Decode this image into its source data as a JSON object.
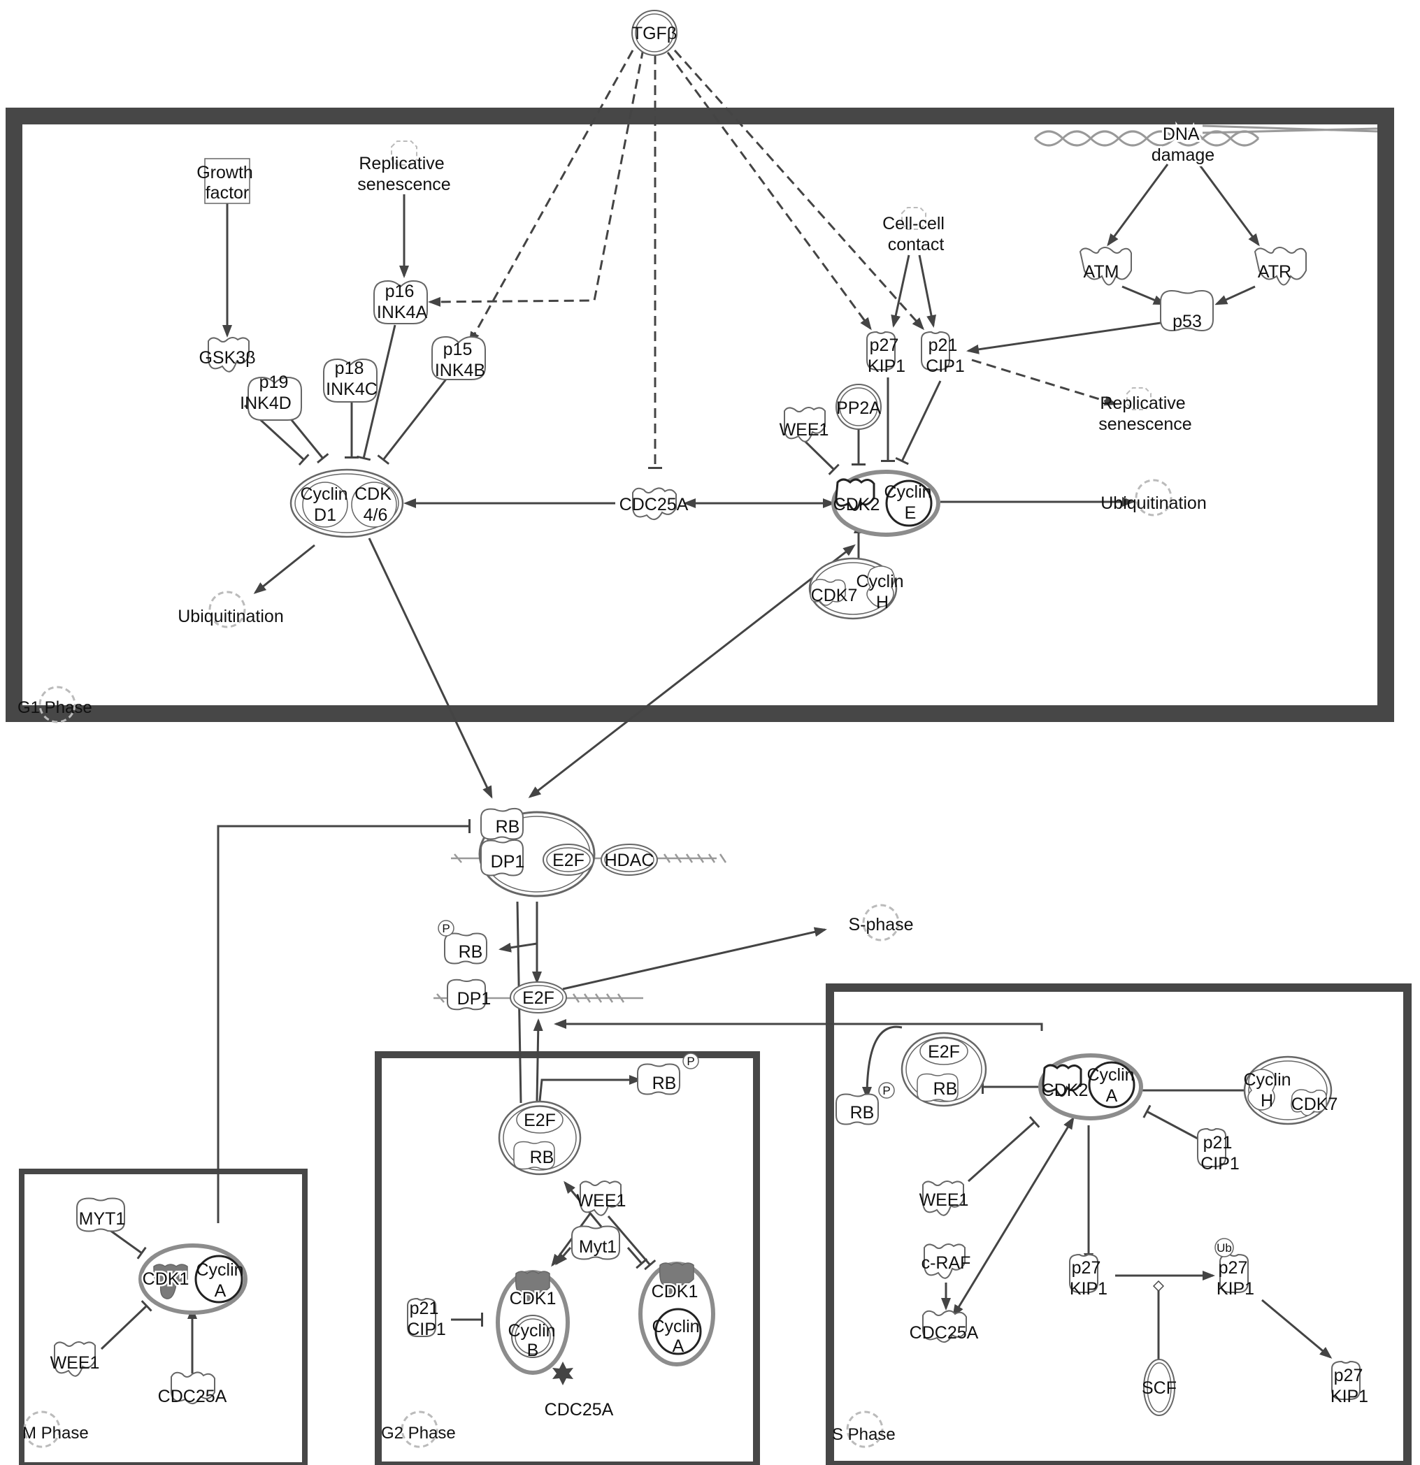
{
  "nodes": {
    "tgfb": "TGFβ",
    "growth_factor": [
      "Growth",
      "factor"
    ],
    "rep_sen_1": [
      "Replicative",
      "senescence"
    ],
    "dna_damage": [
      "DNA",
      "damage"
    ],
    "cell_cell": [
      "Cell-cell",
      "contact"
    ],
    "atm": "ATM",
    "atr": "ATR",
    "p53": "p53",
    "p16": [
      "p16",
      "INK4A"
    ],
    "p15": [
      "p15",
      "INK4B"
    ],
    "p18": [
      "p18",
      "INK4C"
    ],
    "p19": [
      "p19",
      "INK4D"
    ],
    "gsk3b": "GSK3β",
    "p27_g1": [
      "p27",
      "KIP1"
    ],
    "p21_g1": [
      "p21",
      "CIP1"
    ],
    "rep_sen_2": [
      "Replicative",
      "senescence"
    ],
    "pp2a": "PP2A",
    "wee1_g1": "WEE1",
    "cyclin_d1": [
      "Cyclin",
      "D1"
    ],
    "cdk46": [
      "CDK",
      "4/6"
    ],
    "cdc25a_g1": "CDC25A",
    "cdk2_g1": "CDK2",
    "cyclin_e": [
      "Cyclin",
      "E"
    ],
    "ubiq_1": "Ubiquitination",
    "ubiq_2": "Ubiquitination",
    "cdk7_g1": "CDK7",
    "cyclin_h_g1": [
      "Cyclin",
      "H"
    ],
    "rb_top": "RB",
    "dp1_top": "DP1",
    "e2f_top": "E2F",
    "hdac": "HDAC",
    "rb_p_mid": "RB",
    "s_phase_proc": "S-phase",
    "dp1_mid": "DP1",
    "e2f_mid": "E2F",
    "p_badge": "P",
    "ub_badge": "Ub",
    "e2f_s": "E2F",
    "rb_s": "RB",
    "rb_p_s": "RB",
    "cdk2_s": "CDK2",
    "cyclin_a_s": [
      "Cyclin",
      "A"
    ],
    "cyclin_h_s": [
      "Cyclin",
      "H"
    ],
    "cdk7_s": "CDK7",
    "p21_s": [
      "p21",
      "CIP1"
    ],
    "wee1_s": "WEE1",
    "craf": "c-RAF",
    "cdc25a_s": "CDC25A",
    "p27_s1": [
      "p27",
      "KIP1"
    ],
    "p27_s2": [
      "p27",
      "KIP1"
    ],
    "p27_s3": [
      "p27",
      "KIP1"
    ],
    "scf": "SCF",
    "rb_p_g2": "RB",
    "e2f_g2": "E2F",
    "rb_g2": "RB",
    "wee1_g2": "WEE1",
    "myt1_g2": "Myt1",
    "p21_g2": [
      "p21",
      "CIP1"
    ],
    "cdk1_g2a": "CDK1",
    "cyclin_b": [
      "Cyclin",
      "B"
    ],
    "cdk1_g2b": "CDK1",
    "cyclin_a_g2": [
      "Cyclin",
      "A"
    ],
    "cdc25a_g2": "CDC25A",
    "myt1_m": "MYT1",
    "cdk1_m": "CDK1",
    "cyclin_a_m": [
      "Cyclin",
      "A"
    ],
    "wee1_m": "WEE1",
    "cdc25a_m": "CDC25A"
  },
  "phases": {
    "g1": "G1 Phase",
    "s": "S Phase",
    "g2": "G2 Phase",
    "m": "M Phase"
  },
  "colors": {
    "frame": "#474747",
    "line": "#444444",
    "node_stroke": "#555555",
    "complex_gray": "#8c8c8c",
    "fill_gray": "#7a7a7a",
    "dna": "#999999",
    "gear": "#aaaaaa"
  }
}
